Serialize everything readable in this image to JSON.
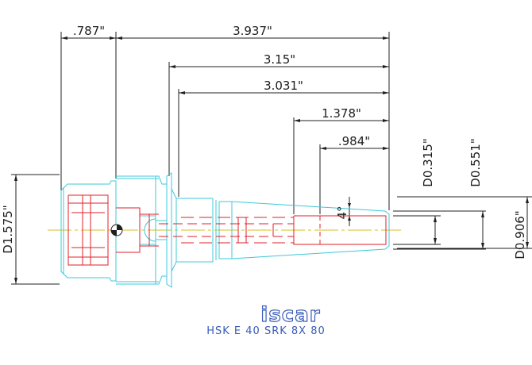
{
  "drawing": {
    "dimensions": {
      "d_787": ".787\"",
      "d_3937": "3.937\"",
      "d_315": "3.15\"",
      "d_3031": "3.031\"",
      "d_1378": "1.378\"",
      "d_984": ".984\"",
      "d_0315": "D0.315\"",
      "d_0551": "D0.551\"",
      "d_0906": "D0.906\"",
      "d_1575": "D1.575\"",
      "angle": "4°"
    },
    "logo_text": "iscar",
    "caption": "HSK E 40 SRK 8X 80"
  },
  "colors": {
    "outline": "#3fc8d8",
    "hidden": "#e0202a",
    "dimension": "#202020",
    "centerline": "#d8c020",
    "logo": "#3a5bb8"
  }
}
